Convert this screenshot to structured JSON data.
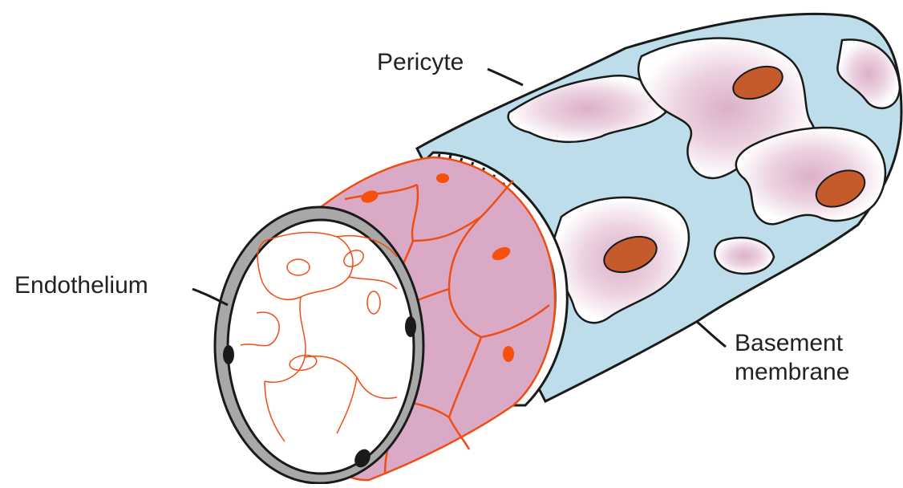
{
  "labels": {
    "pericyte": "Pericyte",
    "endothelium": "Endothelium",
    "basement_line1": "Basement",
    "basement_line2": "membrane"
  },
  "colors": {
    "basement": "#bcdde9",
    "pericyte_fill": "#ffffff",
    "pericyte_shade": "#e7c8da",
    "pericyte_nucleus": "#c55a2a",
    "endothelial_fill": "#d9a9c6",
    "endothelial_border": "#ef4d14",
    "endothelial_nucleus": "#f7500c",
    "lumen_wall": "#a8a8a8",
    "outline": "#1a1a1a"
  }
}
